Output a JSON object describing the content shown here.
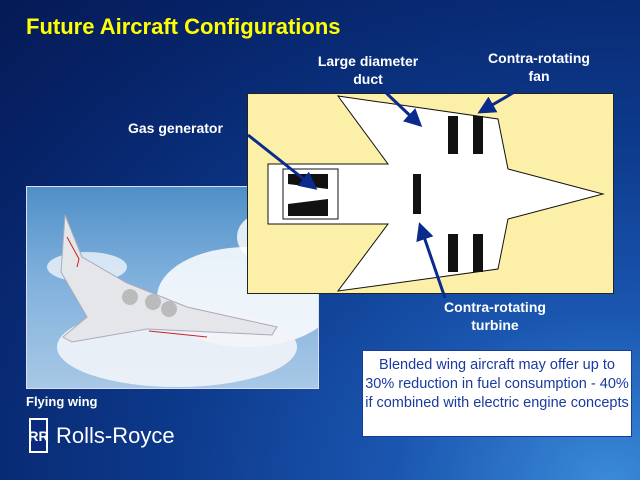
{
  "title": "Future Aircraft Configurations",
  "labels": {
    "large_duct": "Large diameter duct",
    "contra_fan": "Contra-rotating fan",
    "gas_generator": "Gas generator",
    "contra_turbine": "Contra-rotating turbine"
  },
  "photo_caption": "Flying wing",
  "info_box": "Blended wing aircraft may offer up to 30% reduction in fuel consumption - 40% if combined with electric engine concepts",
  "logo": {
    "badge": "RR",
    "text": "Rolls-Royce"
  },
  "colors": {
    "title": "#ffff00",
    "arrow": "#0a2a8c",
    "diagram_bg": "#fcefa8"
  }
}
